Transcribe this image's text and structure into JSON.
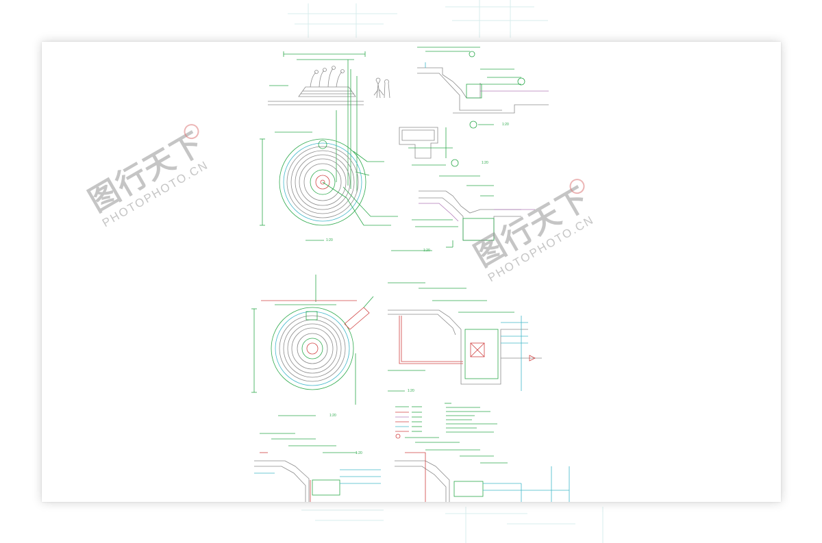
{
  "watermark": {
    "chinese": "图行天下",
    "english": "PHOTOPHOTO.CN"
  },
  "scale_notes": {
    "detail_1": "1:20",
    "detail_2": "1:20",
    "detail_3": "1:20",
    "plan_1": "1:20",
    "section_1": "1:20",
    "plan_2": "1:20",
    "section_2": "1:20"
  },
  "colors": {
    "line_green": "#2aa84a",
    "line_cyan": "#3fb6c9",
    "line_grey": "#8a8a8a",
    "line_red": "#d04040",
    "line_purple": "#b07ab8"
  }
}
